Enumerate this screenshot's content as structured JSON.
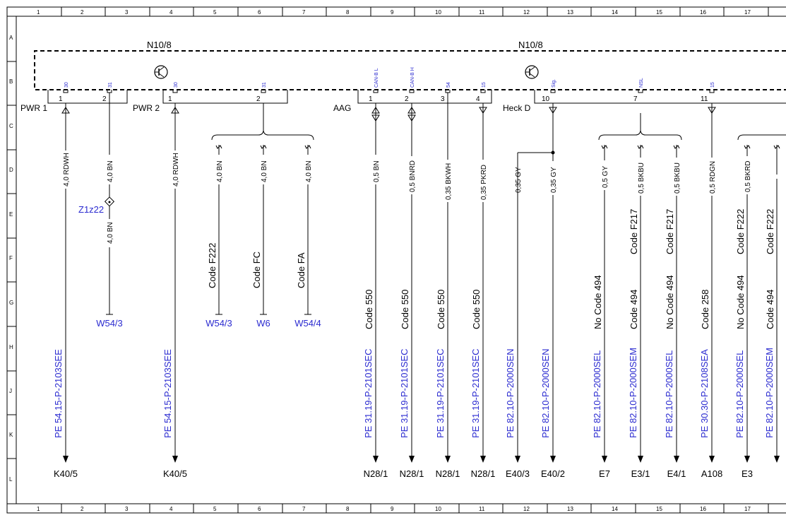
{
  "frame": {
    "columns": [
      "1",
      "2",
      "3",
      "4",
      "5",
      "6",
      "7",
      "8",
      "9",
      "10",
      "11",
      "12",
      "13",
      "14",
      "15",
      "16",
      "17"
    ],
    "rows": [
      "A",
      "B",
      "C",
      "D",
      "E",
      "F",
      "G",
      "H",
      "J",
      "K",
      "L"
    ]
  },
  "modules": [
    {
      "label": "N10/8"
    },
    {
      "label": "N10/8"
    }
  ],
  "groups": [
    {
      "label": "PWR 1"
    },
    {
      "label": "PWR 2"
    },
    {
      "label": "AAG"
    },
    {
      "label": "Heck D"
    }
  ],
  "pins": [
    {
      "pos": "1",
      "sig": "30"
    },
    {
      "pos": "2",
      "sig": "31"
    },
    {
      "pos": "1",
      "sig": "30"
    },
    {
      "pos": "2",
      "sig": "31"
    },
    {
      "pos": "1",
      "sig": "CAN-B L"
    },
    {
      "pos": "2",
      "sig": "CAN-B H"
    },
    {
      "pos": "3",
      "sig": "54"
    },
    {
      "pos": "4",
      "sig": "15"
    },
    {
      "pos": "10",
      "sig": "Sig."
    },
    {
      "pos": "7",
      "sig": "NSL"
    },
    {
      "pos": "11",
      "sig": "15"
    },
    {
      "pos": "",
      "sig": ""
    }
  ],
  "wires": [
    {
      "spec": "4,0 RDWH",
      "code": "",
      "pe": "PE 54.15-P-2103SEE",
      "dest": "K40/5"
    },
    {
      "spec": "4,0 BN",
      "code": "",
      "pe": "",
      "dest": "W54/3"
    },
    {
      "spec": "4,0 RDWH",
      "code": "",
      "pe": "PE 54.15-P-2103SEE",
      "dest": "K40/5"
    },
    {
      "spec": "4,0 BN",
      "code": "Code F222",
      "pe": "",
      "dest": "W54/3"
    },
    {
      "spec": "4,0 BN",
      "code": "Code FC",
      "pe": "",
      "dest": "W6"
    },
    {
      "spec": "4,0 BN",
      "code": "Code FA",
      "pe": "",
      "dest": "W54/4"
    },
    {
      "spec": "0,5 BN",
      "code": "Code 550",
      "pe": "PE 31.19-P-2101SEC",
      "dest": "N28/1"
    },
    {
      "spec": "0,5 BNRD",
      "code": "Code 550",
      "pe": "PE 31.19-P-2101SEC",
      "dest": "N28/1"
    },
    {
      "spec": "0,35 BKWH",
      "code": "Code 550",
      "pe": "PE 31.19-P-2101SEC",
      "dest": "N28/1"
    },
    {
      "spec": "0,35 PKRD",
      "code": "Code 550",
      "pe": "PE 31.19-P-2101SEC",
      "dest": "N28/1"
    },
    {
      "spec": "0,35 GY",
      "code": "",
      "pe": "PE 82.10-P-2000SEN",
      "dest": "E40/3"
    },
    {
      "spec": "0,35 GY",
      "code": "",
      "pe": "PE 82.10-P-2000SEN",
      "dest": "E40/2"
    },
    {
      "spec": "0,5 GY",
      "code": "No  Code 494",
      "pe": "PE 82.10-P-2000SEL",
      "dest": "E7"
    },
    {
      "spec": "0,5 BKBU",
      "code": "Code 494",
      "code2": "Code F217",
      "pe": "PE 82.10-P-2000SEM",
      "dest": "E3/1"
    },
    {
      "spec": "0,5 BKBU",
      "code": "No  Code 494",
      "code2": "Code F217",
      "pe": "PE 82.10-P-2000SEL",
      "dest": "E4/1"
    },
    {
      "spec": "0,5 RDGN",
      "code": "Code 258",
      "pe": "PE 30.30-P-2108SEA",
      "dest": "A108"
    },
    {
      "spec": "0,5 BKRD",
      "code": "No  Code 494",
      "code2": "Code F222",
      "pe": "PE 82.10-P-2000SEL",
      "dest": "E3"
    },
    {
      "spec": "",
      "code": "Code 494",
      "code2": "Code F222",
      "pe": "PE 82.10-P-2000SEM",
      "dest": ""
    }
  ],
  "splices": [
    {
      "label": "Z1z22"
    }
  ],
  "colors": {
    "line": "#000000",
    "link": "#2b2bd0",
    "frame": "#000000"
  }
}
